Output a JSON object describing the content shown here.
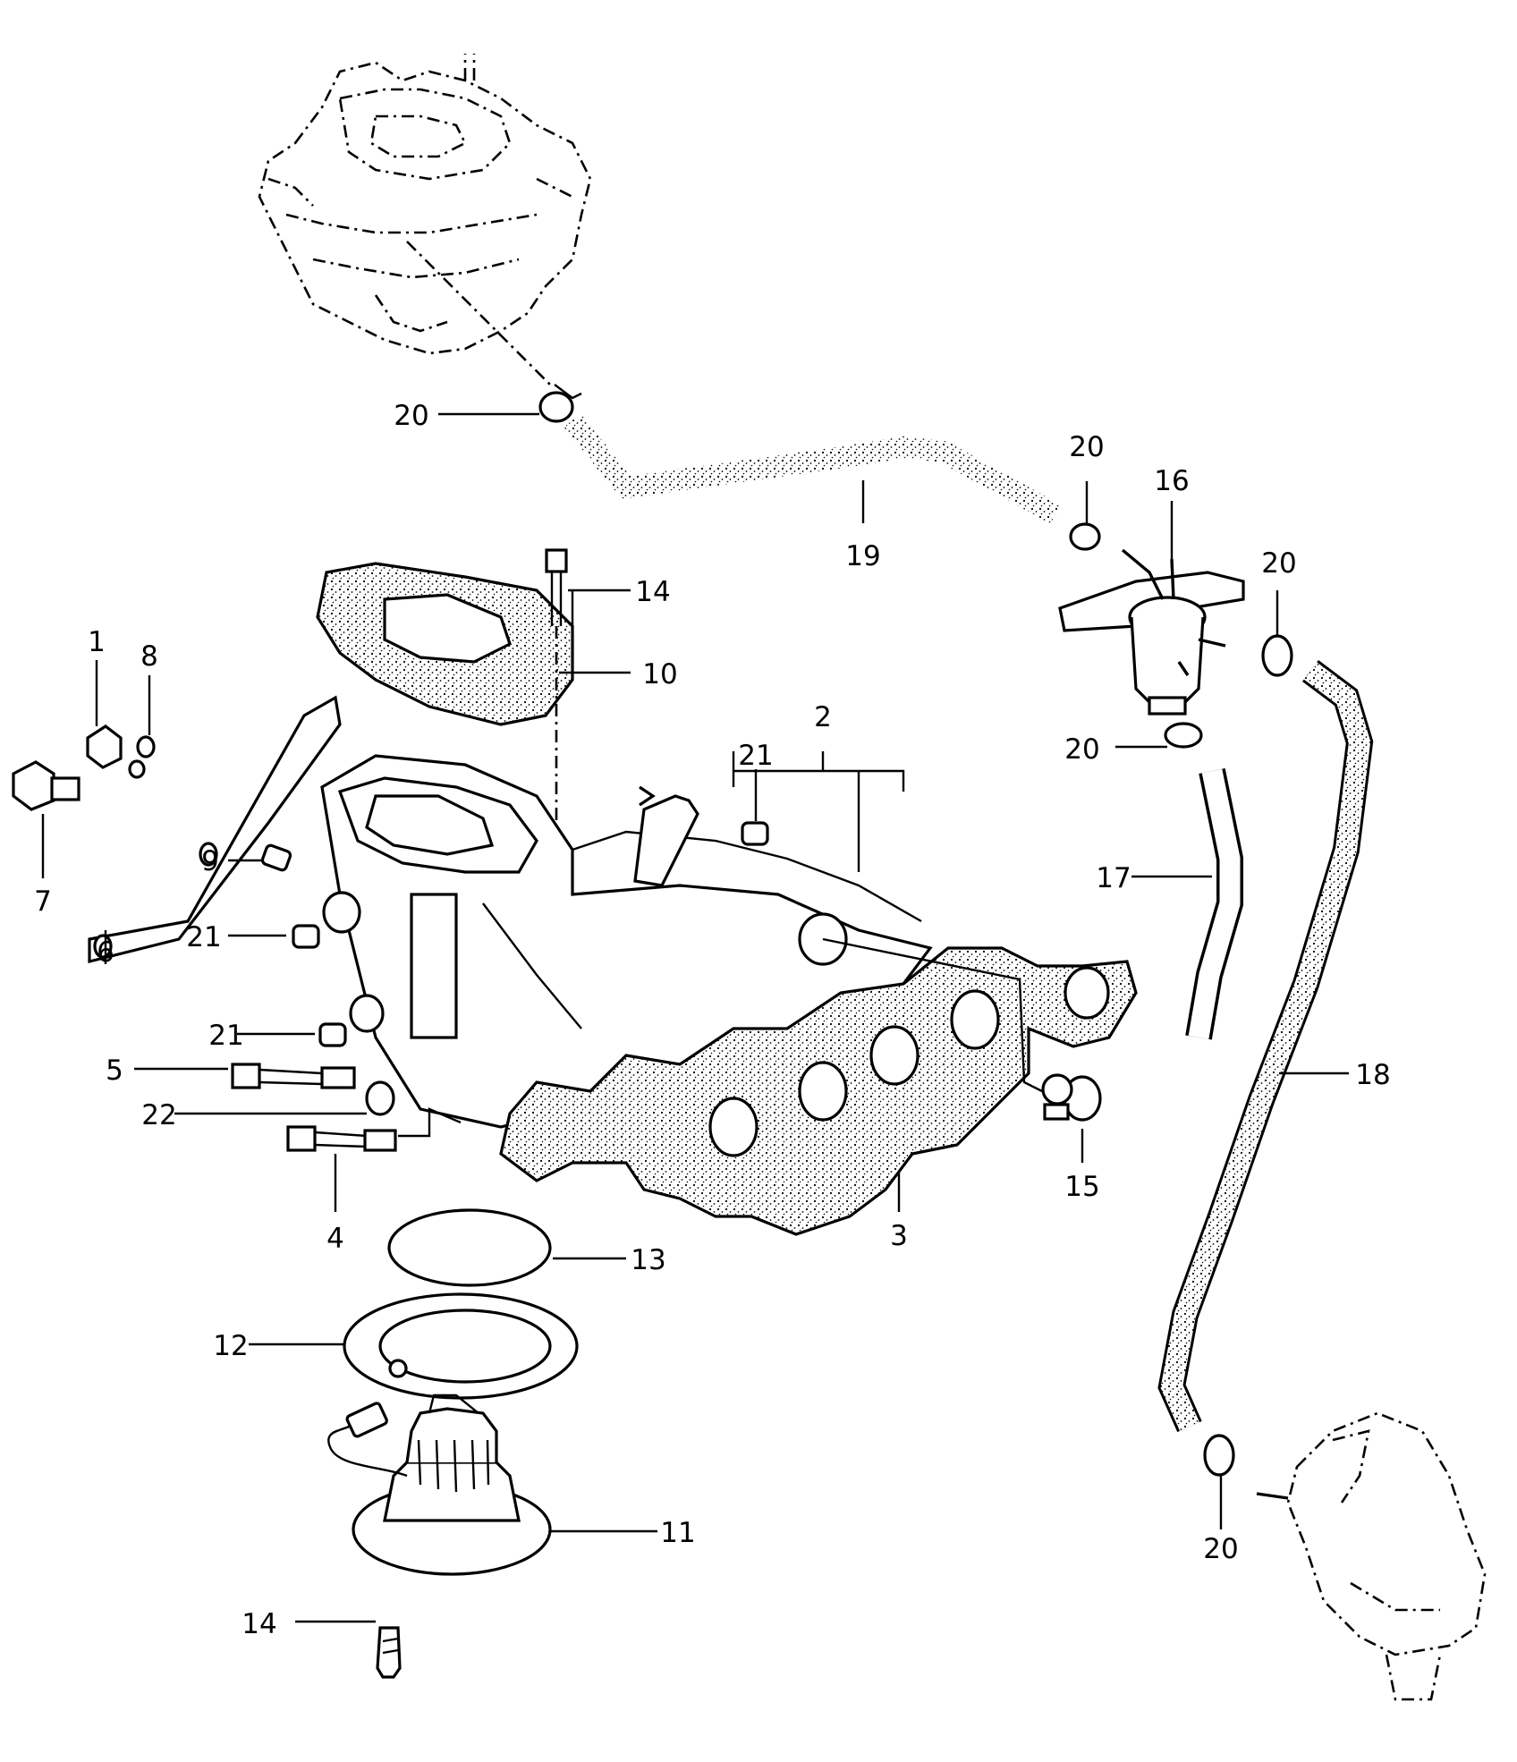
{
  "diagram": {
    "callouts": [
      {
        "id": "c-1",
        "text": "1"
      },
      {
        "id": "c-2",
        "text": "2"
      },
      {
        "id": "c-3",
        "text": "3"
      },
      {
        "id": "c-4",
        "text": "4"
      },
      {
        "id": "c-5",
        "text": "5"
      },
      {
        "id": "c-6",
        "text": "6"
      },
      {
        "id": "c-7",
        "text": "7"
      },
      {
        "id": "c-8",
        "text": "8"
      },
      {
        "id": "c-9",
        "text": "9"
      },
      {
        "id": "c-10",
        "text": "10"
      },
      {
        "id": "c-11",
        "text": "11"
      },
      {
        "id": "c-12",
        "text": "12"
      },
      {
        "id": "c-13",
        "text": "13"
      },
      {
        "id": "c-14a",
        "text": "14"
      },
      {
        "id": "c-14b",
        "text": "14"
      },
      {
        "id": "c-15",
        "text": "15"
      },
      {
        "id": "c-16",
        "text": "16"
      },
      {
        "id": "c-17",
        "text": "17"
      },
      {
        "id": "c-18",
        "text": "18"
      },
      {
        "id": "c-19",
        "text": "19"
      },
      {
        "id": "c-20a",
        "text": "20"
      },
      {
        "id": "c-20b",
        "text": "20"
      },
      {
        "id": "c-20c",
        "text": "20"
      },
      {
        "id": "c-20d",
        "text": "20"
      },
      {
        "id": "c-20e",
        "text": "20"
      },
      {
        "id": "c-21a",
        "text": "21"
      },
      {
        "id": "c-21b",
        "text": "21"
      },
      {
        "id": "c-21c",
        "text": "21"
      },
      {
        "id": "c-22",
        "text": "22"
      }
    ]
  }
}
